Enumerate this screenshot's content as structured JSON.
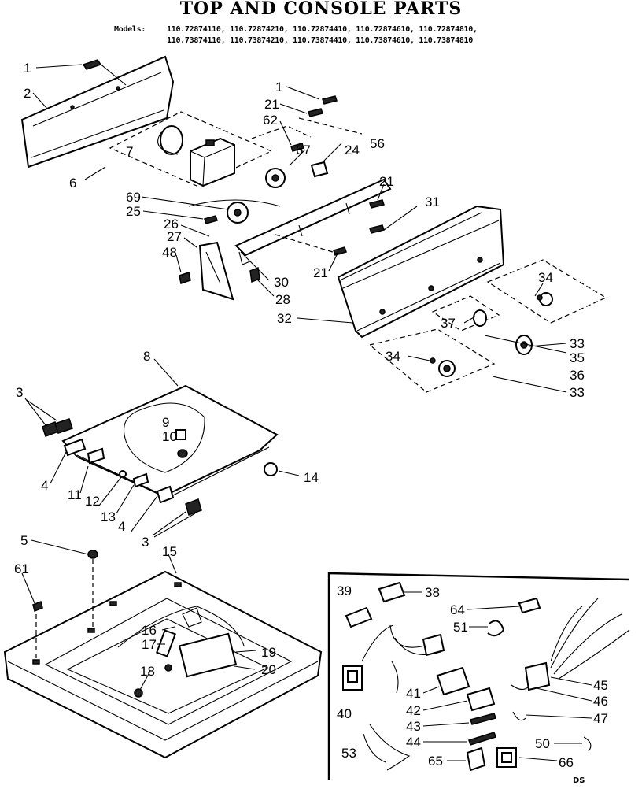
{
  "title": "TOP AND CONSOLE PARTS",
  "models_label": "Models:",
  "models_line1": "110.72874110, 110.72874210, 110.72874410, 110.72874610, 110.72874810,",
  "models_line2": "110.73874110, 110.73874210, 110.73874410, 110.73874610, 110.73874810",
  "footer": "DS",
  "callouts": {
    "c1a": "1",
    "c2": "2",
    "c6": "6",
    "c7": "7",
    "c1b": "1",
    "c21a": "21",
    "c62": "62",
    "c56": "56",
    "c67": "67",
    "c24": "24",
    "c69": "69",
    "c25": "25",
    "c26": "26",
    "c27": "27",
    "c48": "48",
    "c21b": "21",
    "c31": "31",
    "c30": "30",
    "c28": "28",
    "c21c": "21",
    "c32": "32",
    "c34a": "34",
    "c37": "37",
    "c33a": "33",
    "c35": "35",
    "c36": "36",
    "c34b": "34",
    "c33b": "33",
    "c8": "8",
    "c3a": "3",
    "c9": "9",
    "c10": "10",
    "c4a": "4",
    "c11": "11",
    "c12": "12",
    "c13": "13",
    "c14": "14",
    "c4b": "4",
    "c3b": "3",
    "c5": "5",
    "c15": "15",
    "c61": "61",
    "c16": "16",
    "c17": "17",
    "c19": "19",
    "c20": "20",
    "c18": "18",
    "c39": "39",
    "c38": "38",
    "c64": "64",
    "c51": "51",
    "c45": "45",
    "c41": "41",
    "c46": "46",
    "c42": "42",
    "c47": "47",
    "c40": "40",
    "c43": "43",
    "c44": "44",
    "c50": "50",
    "c53": "53",
    "c65": "65",
    "c66": "66"
  }
}
